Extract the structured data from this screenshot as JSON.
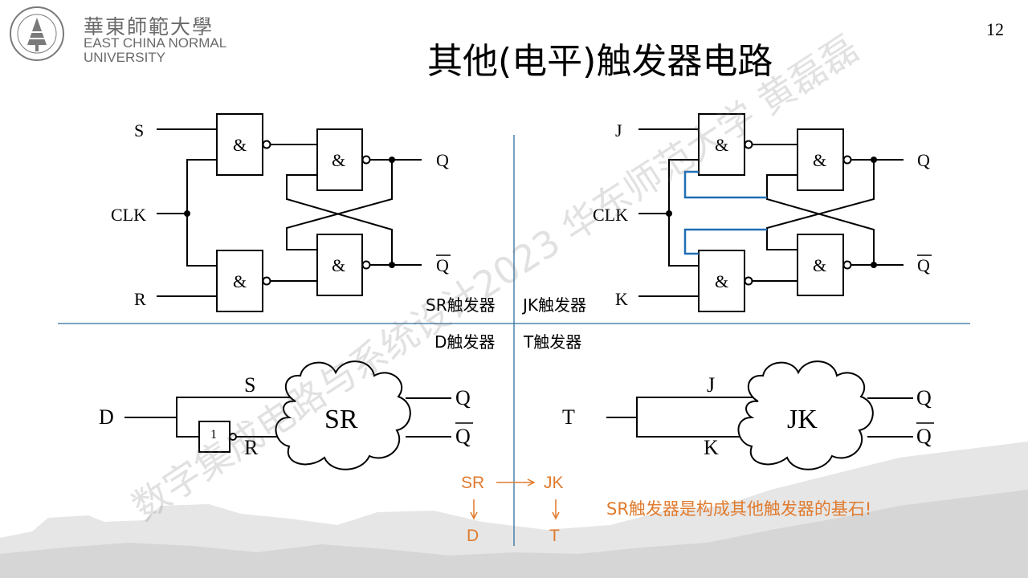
{
  "header": {
    "logo_cn": "華東師範大學",
    "logo_en_line1": "EAST CHINA NORMAL",
    "logo_en_line2": "UNIVERSITY",
    "page_number": "12"
  },
  "title": "其他(电平)触发器电路",
  "sr_flipflop": {
    "input_s": "S",
    "input_clk": "CLK",
    "input_r": "R",
    "output_q": "Q",
    "output_qbar": "Q",
    "gate_symbol": "&"
  },
  "jk_flipflop": {
    "input_j": "J",
    "input_clk": "CLK",
    "input_k": "K",
    "output_q": "Q",
    "output_qbar": "Q",
    "gate_symbol": "&"
  },
  "quadrant_labels": {
    "top_left": "SR触发器",
    "top_right": "JK触发器",
    "bottom_left": "D触发器",
    "bottom_right": "T触发器"
  },
  "d_flipflop": {
    "input_d": "D",
    "s_label": "S",
    "r_label": "R",
    "inverter_symbol": "1",
    "cloud_label": "SR",
    "output_q": "Q",
    "output_qbar": "Q"
  },
  "t_flipflop": {
    "input_t": "T",
    "j_label": "J",
    "k_label": "K",
    "cloud_label": "JK",
    "output_q": "Q",
    "output_qbar": "Q"
  },
  "derivation": {
    "sr": "SR",
    "jk": "JK",
    "d": "D",
    "t": "T",
    "note": "SR触发器是构成其他触发器的基石!"
  },
  "watermark": "数字集成电路与系统设计2023 华东师范大学 黄磊磊",
  "colors": {
    "divider": "#2e6e9e",
    "feedback_wire": "#1f6fb5",
    "accent_orange": "#e07b2e"
  }
}
